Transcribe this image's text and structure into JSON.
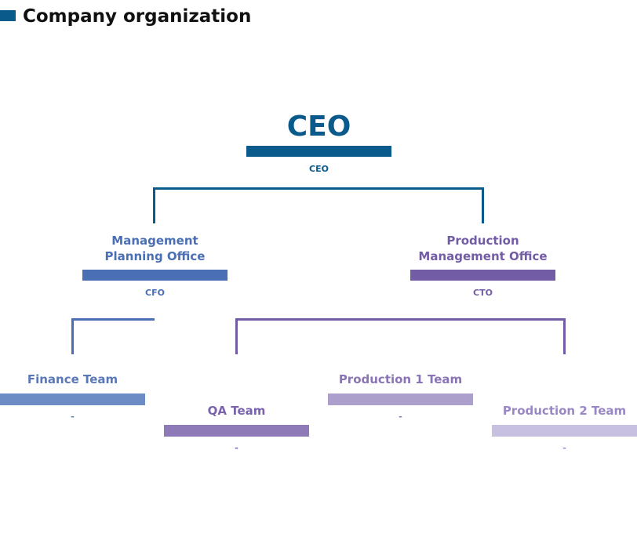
{
  "header": {
    "title": "Company organization"
  },
  "colors": {
    "header_mark": "#0a5a8c",
    "ceo": "#0a5a8c",
    "management": "#4a6fb4",
    "production": "#735ca6",
    "finance": "#6d8bc4",
    "qa": "#8f7ab8",
    "production1": "#ac9fcc",
    "production2": "#c8c0e0"
  },
  "org": {
    "ceo": {
      "title": "CEO",
      "role": "CEO"
    },
    "management_office": {
      "title_line1": "Management",
      "title_line2": "Planning Office",
      "role": "CFO"
    },
    "production_office": {
      "title_line1": "Production",
      "title_line2": "Management Office",
      "role": "CTO"
    },
    "finance_team": {
      "title": "Finance Team",
      "role": "-"
    },
    "qa_team": {
      "title": "QA Team",
      "role": "-"
    },
    "production1_team": {
      "title": "Production 1 Team",
      "role": "-"
    },
    "production2_team": {
      "title": "Production 2 Team",
      "role": "-"
    }
  }
}
